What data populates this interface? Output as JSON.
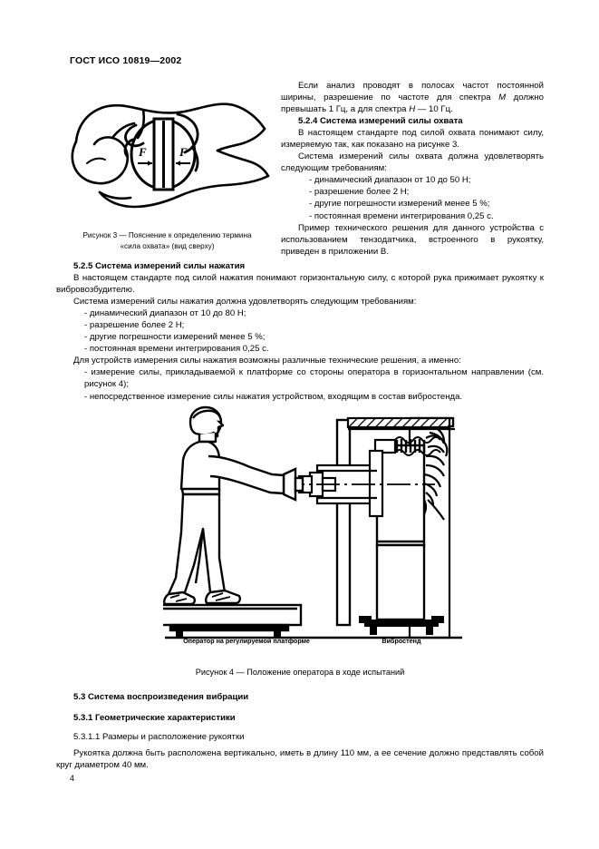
{
  "document": {
    "standard_header": "ГОСТ ИСО 10819—2002",
    "page_number": "4"
  },
  "right_column": {
    "para_1": "Если анализ проводят в полосах частот постоянной ширины, разрешение по частоте для спектра ",
    "para_1_italic_m": "M",
    "para_1_cont": " должно превышать 1 Гц, а для спектра ",
    "para_1_italic_h": "H",
    "para_1_end": " — 10 Гц.",
    "heading_524": "5.2.4  Система измерений силы охвата",
    "para_2": "В настоящем стандарте под силой охвата понимают силу, измеряемую так, как показано на рисунке 3.",
    "para_3": "Система измерений силы охвата должна удовлетворять следующим требованиям:",
    "bullets": [
      "- динамический диапазон от 10 до 50 Н;",
      "- разрешение более 2 Н;",
      "- другие погрешности измерений менее 5 %;",
      "- постоянная времени интегрирования 0,25 с."
    ],
    "para_4": "Пример технического решения для данного устройства с использованием тензодатчика, встроенного в рукоятку, приведен в приложении В."
  },
  "figure_3": {
    "caption_line_1": "Рисунок 3 — Пояснение к определению термина",
    "caption_line_2": "«сила охвата» (вид сверху)",
    "force_label_left": "F",
    "force_label_right": "F"
  },
  "section_525": {
    "heading": "5.2.5  Система измерений силы нажатия",
    "para_1": "В настоящем стандарте под силой нажатия понимают горизонтальную силу, с которой рука прижимает рукоятку к вибровозбудителю.",
    "para_2": "Система измерений силы нажатия должна удовлетворять следующим требованиям:",
    "bullets": [
      "- динамический диапазон от 10 до 80 Н;",
      "- разрешение более 2 Н;",
      "- другие погрешности измерений менее 5 %;",
      "- постоянная времени интегрирования 0,25 с."
    ],
    "para_3": "Для устройств измерения силы нажатия возможны различные технические решения, а именно:",
    "bullet_long": "- измерение силы, прикладываемой к платформе со стороны оператора в горизонтальном направлении (см. рисунок 4);",
    "bullet_last": "- непосредственное измерение силы нажатия устройством, входящим в состав вибростенда."
  },
  "figure_4": {
    "label_operator": "Оператор на регулируемой платформе",
    "label_shaker": "Вибростенд",
    "caption": "Рисунок 4 — Положение оператора в ходе испытаний"
  },
  "section_53": {
    "heading_53": "5.3  Система воспроизведения вибрации",
    "heading_531": "5.3.1  Геометрические характеристики",
    "heading_5311": "5.3.1.1  Размеры и расположение рукоятки",
    "para_1": "Рукоятка должна быть расположена вертикально, иметь в длину 110 мм, а ее сечение должно представлять собой круг диаметром 40 мм."
  },
  "colors": {
    "ink": "#000000",
    "paper": "#ffffff"
  }
}
